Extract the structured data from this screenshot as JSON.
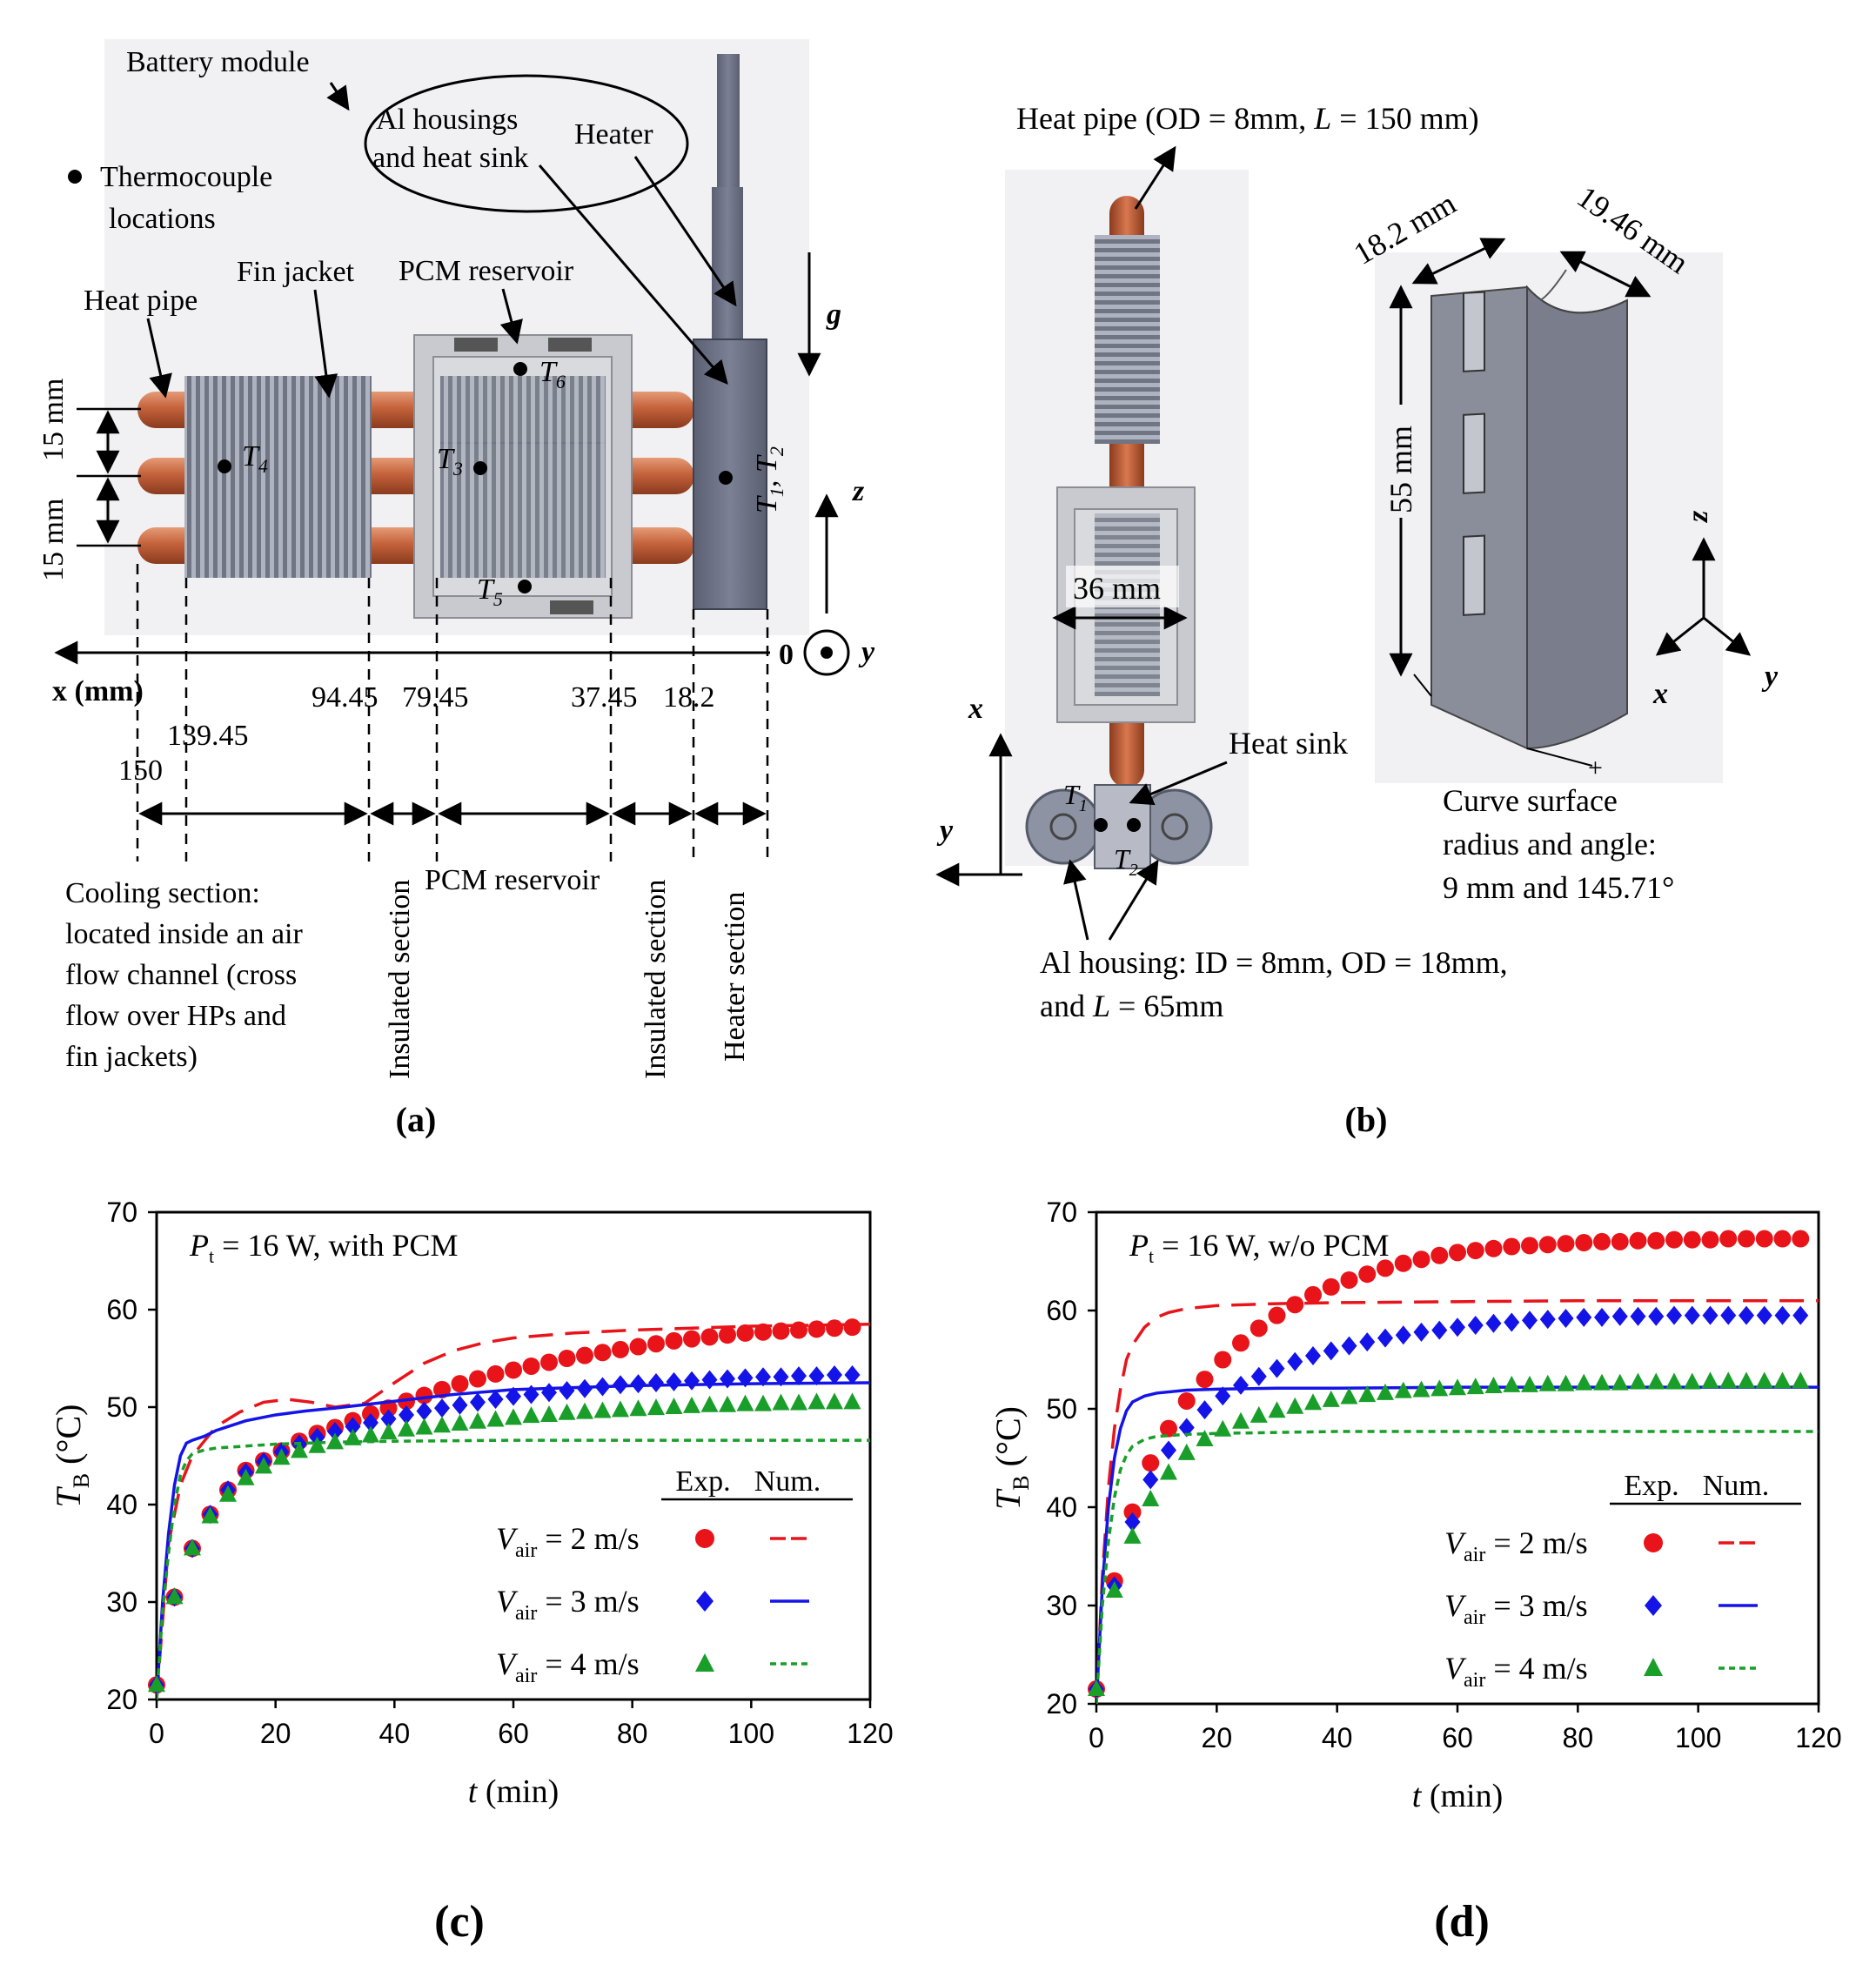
{
  "panel_a": {
    "label": "(a)",
    "battery_module": "Battery module",
    "al_housings_line1": "Al housings",
    "al_housings_line2": "and heat sink",
    "heater": "Heater",
    "thermocouple_line1": "Thermocouple",
    "thermocouple_line2": "locations",
    "fin_jacket": "Fin jacket",
    "pcm_reservoir_top": "PCM reservoir",
    "heat_pipe": "Heat pipe",
    "g": "g",
    "spacing_top": "15 mm",
    "spacing_bottom": "15 mm",
    "t_labels": {
      "t6": "T6",
      "t4": "T4",
      "t3": "T3",
      "t5": "T5",
      "t12": "T1, T2"
    },
    "axis_z": "z",
    "axis_y": "y",
    "origin": "0",
    "x_axis": "x (mm)",
    "ticks": [
      "94.45",
      "79.45",
      "37.45",
      "18.2",
      "139.45",
      "150"
    ],
    "cooling_section": [
      "Cooling section:",
      "located inside an air",
      "flow channel (cross",
      "flow over HPs and",
      "fin jackets)"
    ],
    "insulated_section": "Insulated section",
    "pcm_reservoir_section": "PCM reservoir",
    "insulated_section_2": "Insulated section",
    "heater_section": "Heater section"
  },
  "panel_b": {
    "label": "(b)",
    "heat_pipe_title": "Heat pipe (OD = 8mm, L = 150 mm)",
    "dim_36": "36 mm",
    "heat_sink": "Heat sink",
    "dim_182": "18.2 mm",
    "dim_1946": "19.46 mm",
    "dim_55": "55 mm",
    "curve_line1": "Curve surface",
    "curve_line2": "radius and angle:",
    "curve_line3": "9 mm and 145.71°",
    "al_housing_line1": "Al housing: ID = 8mm, OD = 18mm,",
    "al_housing_line2": "and L = 65mm",
    "axis_x": "x",
    "axis_y": "y",
    "axis_z": "z",
    "t1": "T1",
    "t2": "T2"
  },
  "panel_c": {
    "label": "(c)"
  },
  "panel_d": {
    "label": "(d)"
  },
  "chart_data": [
    {
      "type": "line",
      "annotation": "Pt = 16 W, with PCM",
      "xlabel": "t (min)",
      "ylabel": "TB (°C)",
      "xlim": [
        0,
        120
      ],
      "ylim": [
        20,
        70
      ],
      "xticks": [
        0,
        20,
        40,
        60,
        80,
        100,
        120
      ],
      "yticks": [
        20,
        30,
        40,
        50,
        60,
        70
      ],
      "legend_header": [
        "Exp.",
        "Num."
      ],
      "legend_labels": [
        "Vair = 2 m/s",
        "Vair = 3 m/s",
        "Vair = 4 m/s"
      ],
      "legend_position": "bottom-right",
      "series": [
        {
          "name": "Vair = 2 m/s",
          "color": "#e8141a",
          "marker": "circle",
          "exp_x": [
            0,
            3,
            6,
            9,
            12,
            15,
            18,
            21,
            24,
            27,
            30,
            33,
            36,
            39,
            42,
            45,
            48,
            51,
            54,
            57,
            60,
            63,
            66,
            69,
            72,
            75,
            78,
            81,
            84,
            87,
            90,
            93,
            96,
            99,
            102,
            105,
            108,
            111,
            114,
            117
          ],
          "exp_y": [
            21.5,
            30.5,
            35.5,
            39.0,
            41.5,
            43.5,
            44.5,
            45.5,
            46.5,
            47.3,
            47.9,
            48.6,
            49.3,
            49.9,
            50.6,
            51.2,
            51.8,
            52.4,
            52.9,
            53.4,
            53.8,
            54.2,
            54.6,
            55.0,
            55.3,
            55.6,
            55.9,
            56.2,
            56.5,
            56.8,
            57.0,
            57.2,
            57.4,
            57.6,
            57.7,
            57.8,
            57.9,
            58.0,
            58.1,
            58.2
          ],
          "num_x": [
            0,
            2,
            4,
            6,
            8,
            10,
            14,
            18,
            22,
            26,
            30,
            35,
            40,
            45,
            50,
            55,
            60,
            70,
            80,
            90,
            100,
            110,
            120
          ],
          "num_y": [
            20,
            36,
            42,
            45,
            46.5,
            48,
            49.5,
            50.5,
            50.8,
            50.5,
            50.0,
            50.4,
            52.5,
            54.5,
            55.8,
            56.6,
            57.1,
            57.6,
            57.9,
            58.1,
            58.3,
            58.4,
            58.5
          ]
        },
        {
          "name": "Vair = 3 m/s",
          "color": "#1414e8",
          "marker": "diamond",
          "exp_x": [
            0,
            3,
            6,
            9,
            12,
            15,
            18,
            21,
            24,
            27,
            30,
            33,
            36,
            39,
            42,
            45,
            48,
            51,
            54,
            57,
            60,
            63,
            66,
            69,
            72,
            75,
            78,
            81,
            84,
            87,
            90,
            93,
            96,
            99,
            102,
            105,
            108,
            111,
            114,
            117
          ],
          "exp_y": [
            21.5,
            30.5,
            35.5,
            39.0,
            41.5,
            43.3,
            44.4,
            45.4,
            46.2,
            46.9,
            47.5,
            48.0,
            48.4,
            48.8,
            49.2,
            49.6,
            49.9,
            50.2,
            50.5,
            50.8,
            51.1,
            51.3,
            51.5,
            51.7,
            51.9,
            52.1,
            52.3,
            52.4,
            52.5,
            52.6,
            52.7,
            52.8,
            52.9,
            53.0,
            53.1,
            53.1,
            53.2,
            53.2,
            53.3,
            53.3
          ],
          "num_x": [
            0,
            1,
            2,
            3,
            4,
            5,
            6,
            7,
            8,
            10,
            15,
            20,
            25,
            30,
            40,
            50,
            60,
            80,
            100,
            120
          ],
          "num_y": [
            20,
            30,
            37,
            42,
            45,
            46.3,
            46.6,
            46.8,
            47.0,
            47.6,
            48.6,
            49.2,
            49.6,
            49.9,
            50.6,
            51.3,
            51.8,
            52.2,
            52.4,
            52.5
          ]
        },
        {
          "name": "Vair = 4 m/s",
          "color": "#1a9e2a",
          "marker": "triangle",
          "exp_x": [
            0,
            3,
            6,
            9,
            12,
            15,
            18,
            21,
            24,
            27,
            30,
            33,
            36,
            39,
            42,
            45,
            48,
            51,
            54,
            57,
            60,
            63,
            66,
            69,
            72,
            75,
            78,
            81,
            84,
            87,
            90,
            93,
            96,
            99,
            102,
            105,
            108,
            111,
            114,
            117
          ],
          "exp_y": [
            21.5,
            30.5,
            35.5,
            38.8,
            41.0,
            42.7,
            43.9,
            44.8,
            45.5,
            46.0,
            46.4,
            46.8,
            47.1,
            47.4,
            47.7,
            47.9,
            48.1,
            48.3,
            48.5,
            48.7,
            48.9,
            49.1,
            49.2,
            49.4,
            49.5,
            49.6,
            49.7,
            49.8,
            49.9,
            50.0,
            50.1,
            50.2,
            50.2,
            50.3,
            50.3,
            50.4,
            50.4,
            50.5,
            50.5,
            50.5
          ],
          "num_x": [
            0,
            1,
            2,
            3,
            4,
            5,
            6,
            8,
            10,
            15,
            20,
            30,
            40,
            60,
            80,
            100,
            120
          ],
          "num_y": [
            20,
            29,
            35,
            40,
            43,
            44.5,
            45.2,
            45.6,
            45.8,
            46.0,
            46.2,
            46.4,
            46.5,
            46.6,
            46.6,
            46.6,
            46.6
          ]
        }
      ]
    },
    {
      "type": "line",
      "annotation": "Pt = 16 W, w/o PCM",
      "xlabel": "t (min)",
      "ylabel": "TB (°C)",
      "xlim": [
        0,
        120
      ],
      "ylim": [
        20,
        70
      ],
      "xticks": [
        0,
        20,
        40,
        60,
        80,
        100,
        120
      ],
      "yticks": [
        20,
        30,
        40,
        50,
        60,
        70
      ],
      "legend_header": [
        "Exp.",
        "Num."
      ],
      "legend_labels": [
        "Vair = 2 m/s",
        "Vair = 3 m/s",
        "Vair = 4 m/s"
      ],
      "legend_position": "bottom-right",
      "series": [
        {
          "name": "Vair = 2 m/s",
          "color": "#e8141a",
          "marker": "circle",
          "exp_x": [
            0,
            3,
            6,
            9,
            12,
            15,
            18,
            21,
            24,
            27,
            30,
            33,
            36,
            39,
            42,
            45,
            48,
            51,
            54,
            57,
            60,
            63,
            66,
            69,
            72,
            75,
            78,
            81,
            84,
            87,
            90,
            93,
            96,
            99,
            102,
            105,
            108,
            111,
            114,
            117
          ],
          "exp_y": [
            21.5,
            32.5,
            39.5,
            44.5,
            48.0,
            50.8,
            53.0,
            55.0,
            56.7,
            58.2,
            59.5,
            60.6,
            61.6,
            62.4,
            63.1,
            63.7,
            64.3,
            64.8,
            65.2,
            65.6,
            65.9,
            66.1,
            66.3,
            66.5,
            66.6,
            66.7,
            66.8,
            66.9,
            67.0,
            67.0,
            67.1,
            67.1,
            67.2,
            67.2,
            67.2,
            67.3,
            67.3,
            67.3,
            67.3,
            67.3
          ],
          "num_x": [
            0,
            1,
            2,
            3,
            4,
            5,
            6,
            8,
            10,
            12,
            15,
            20,
            25,
            30,
            40,
            60,
            80,
            100,
            120
          ],
          "num_y": [
            20,
            33,
            42,
            48,
            52,
            55,
            56.5,
            58.3,
            59.3,
            59.8,
            60.2,
            60.5,
            60.6,
            60.7,
            60.8,
            60.9,
            61.0,
            61.0,
            61.0
          ]
        },
        {
          "name": "Vair = 3 m/s",
          "color": "#1414e8",
          "marker": "diamond",
          "exp_x": [
            0,
            3,
            6,
            9,
            12,
            15,
            18,
            21,
            24,
            27,
            30,
            33,
            36,
            39,
            42,
            45,
            48,
            51,
            54,
            57,
            60,
            63,
            66,
            69,
            72,
            75,
            78,
            81,
            84,
            87,
            90,
            93,
            96,
            99,
            102,
            105,
            108,
            111,
            114,
            117
          ],
          "exp_y": [
            21.5,
            32.0,
            38.5,
            42.8,
            45.8,
            48.1,
            49.9,
            51.3,
            52.4,
            53.3,
            54.1,
            54.8,
            55.4,
            55.9,
            56.4,
            56.8,
            57.2,
            57.5,
            57.8,
            58.0,
            58.3,
            58.5,
            58.7,
            58.8,
            59.0,
            59.1,
            59.2,
            59.3,
            59.3,
            59.4,
            59.4,
            59.4,
            59.5,
            59.5,
            59.5,
            59.5,
            59.5,
            59.5,
            59.5,
            59.5
          ],
          "num_x": [
            0,
            1,
            2,
            3,
            4,
            5,
            6,
            8,
            10,
            15,
            20,
            30,
            40,
            60,
            80,
            100,
            120
          ],
          "num_y": [
            20,
            32,
            40,
            45,
            48,
            49.8,
            50.7,
            51.3,
            51.6,
            51.9,
            52.0,
            52.1,
            52.1,
            52.2,
            52.2,
            52.2,
            52.2
          ]
        },
        {
          "name": "Vair = 4 m/s",
          "color": "#1a9e2a",
          "marker": "triangle",
          "exp_x": [
            0,
            3,
            6,
            9,
            12,
            15,
            18,
            21,
            24,
            27,
            30,
            33,
            36,
            39,
            42,
            45,
            48,
            51,
            54,
            57,
            60,
            63,
            66,
            69,
            72,
            75,
            78,
            81,
            84,
            87,
            90,
            93,
            96,
            99,
            102,
            105,
            108,
            111,
            114,
            117
          ],
          "exp_y": [
            21.5,
            31.5,
            37.0,
            40.8,
            43.5,
            45.5,
            46.9,
            47.9,
            48.7,
            49.3,
            49.8,
            50.2,
            50.6,
            50.9,
            51.2,
            51.4,
            51.6,
            51.8,
            51.9,
            52.0,
            52.1,
            52.2,
            52.3,
            52.4,
            52.4,
            52.5,
            52.5,
            52.6,
            52.6,
            52.6,
            52.7,
            52.7,
            52.7,
            52.7,
            52.8,
            52.8,
            52.8,
            52.8,
            52.8,
            52.8
          ],
          "num_x": [
            0,
            1,
            2,
            3,
            4,
            5,
            6,
            8,
            10,
            15,
            20,
            30,
            40,
            60,
            80,
            100,
            120
          ],
          "num_y": [
            20,
            30,
            36.5,
            41,
            43.8,
            45.3,
            46.2,
            46.9,
            47.2,
            47.4,
            47.5,
            47.6,
            47.7,
            47.7,
            47.7,
            47.7,
            47.7
          ]
        }
      ]
    }
  ]
}
